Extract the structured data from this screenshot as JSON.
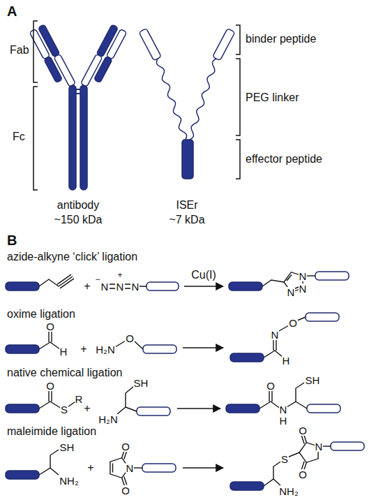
{
  "diagram": {
    "labels": [
      "A",
      "Fab",
      "Fc",
      "binder peptide",
      "PEG linker",
      "effector peptide",
      "antibody",
      "~150 kDa",
      "ISEr",
      "~7 kDa",
      "B",
      "azide-alkyne ‘click’ ligation",
      "+",
      "−",
      "N",
      "N",
      "+",
      "N",
      "Cu(I)",
      "N",
      "N",
      "N",
      "oxime ligation",
      "O",
      "H",
      "+",
      "H₂N",
      "O",
      "N",
      "O",
      "H",
      "native chemical ligation",
      "O",
      "S",
      "R",
      "+",
      "SH",
      "H₂N",
      "O",
      "SH",
      "N",
      "H",
      "maleimide ligation",
      "SH",
      "NH₂",
      "+",
      "O",
      "N",
      "O",
      "O",
      "N",
      "S",
      "O",
      "NH₂"
    ]
  }
}
